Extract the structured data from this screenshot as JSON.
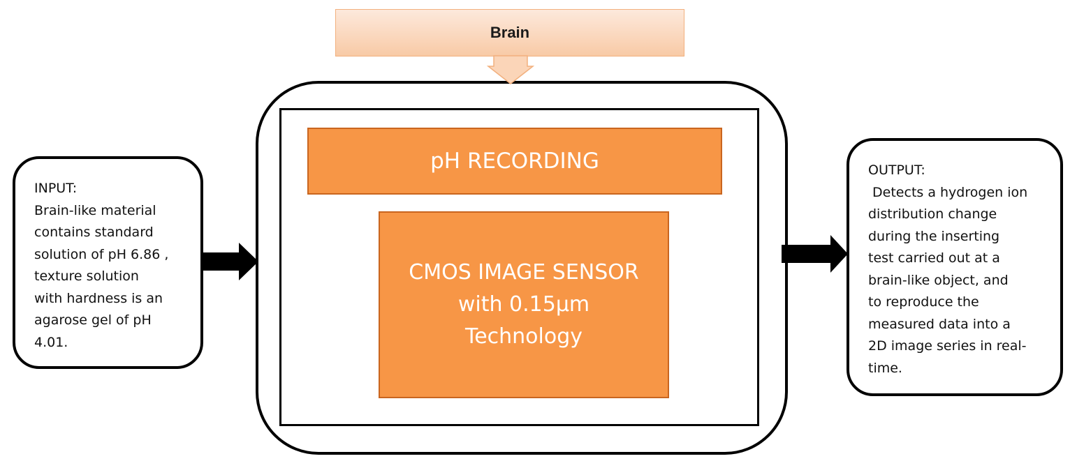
{
  "brain": {
    "label": "Brain"
  },
  "system": {
    "recording_label": "pH RECORDING",
    "sensor_lines": [
      "CMOS IMAGE SENSOR",
      "with 0.15µm",
      "Technology"
    ]
  },
  "input": {
    "lines": [
      "INPUT:",
      "Brain-like material",
      "contains standard",
      "solution of pH 6.86 ,",
      "texture solution",
      "with hardness is an",
      "agarose gel of pH",
      "4.01."
    ]
  },
  "output": {
    "lines": [
      "OUTPUT:",
      " Detects a hydrogen ion",
      "distribution change",
      "during the inserting",
      "test carried out at a",
      "brain-like object, and",
      "to reproduce the",
      "measured data into a",
      "2D image series in real-",
      "time."
    ]
  },
  "colors": {
    "block_fill": "#f79646",
    "block_border": "#c9651f",
    "brain_fill": "#fbd5b8",
    "arrow": "#000000"
  }
}
